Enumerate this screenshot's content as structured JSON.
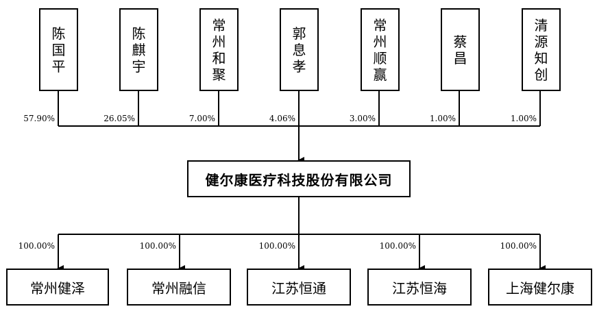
{
  "shareholders": [
    {
      "name": "陈国平",
      "pct": "57.90%"
    },
    {
      "name": "陈麒宇",
      "pct": "26.05%"
    },
    {
      "name": "常州和聚",
      "pct": "7.00%"
    },
    {
      "name": "郭息孝",
      "pct": "4.06%"
    },
    {
      "name": "常州顺赢",
      "pct": "3.00%"
    },
    {
      "name": "蔡昌",
      "pct": "1.00%"
    },
    {
      "name": "清源知创",
      "pct": "1.00%"
    }
  ],
  "company": {
    "name": "健尔康医疗科技股份有限公司"
  },
  "subsidiaries": [
    {
      "name": "常州健泽",
      "pct": "100.00%"
    },
    {
      "name": "常州融信",
      "pct": "100.00%"
    },
    {
      "name": "江苏恒通",
      "pct": "100.00%"
    },
    {
      "name": "江苏恒海",
      "pct": "100.00%"
    },
    {
      "name": "上海健尔康",
      "pct": "100.00%"
    }
  ]
}
